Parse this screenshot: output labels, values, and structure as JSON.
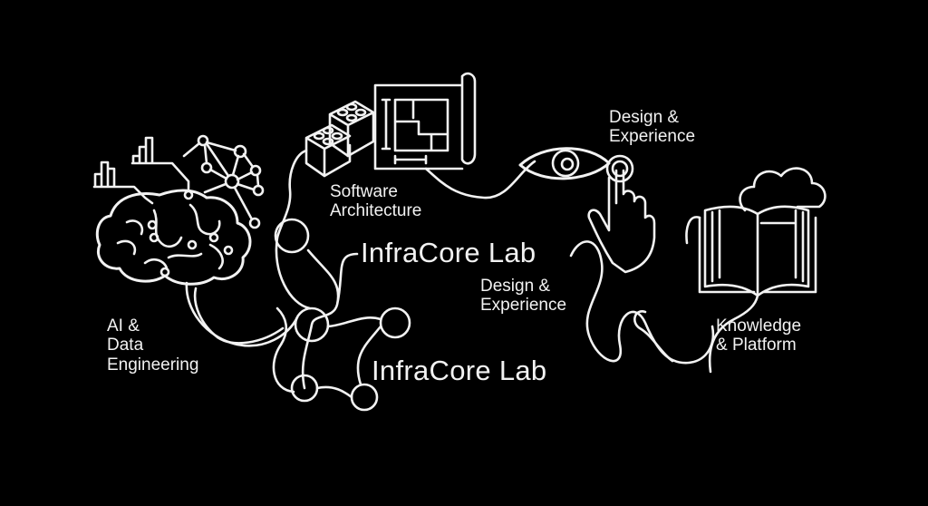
{
  "colors": {
    "background": "#000000",
    "line": "#f2f2f2",
    "text": "#f2f2f2"
  },
  "diagram": {
    "title_primary": "InfraCore Lab",
    "title_secondary": "InfraCore Lab",
    "nodes": [
      {
        "id": "ai",
        "lines": [
          "AI &",
          "Data",
          "Engineering"
        ],
        "icon": "brain-circuit-icon"
      },
      {
        "id": "software",
        "lines": [
          "Software",
          "Architecture"
        ],
        "icon": "blocks-blueprint-icon"
      },
      {
        "id": "design_top",
        "lines": [
          "Design &",
          "Experience"
        ],
        "icon": "eye-pointer-icon"
      },
      {
        "id": "design_mid",
        "lines": [
          "Design &",
          "Experience"
        ]
      },
      {
        "id": "knowledge",
        "lines": [
          "Knowledge",
          "& Platform"
        ],
        "icon": "book-cloud-icon"
      }
    ],
    "icons": [
      "bar-chart-icon",
      "network-graph-icon",
      "brain-icon",
      "lego-blocks-icon",
      "blueprint-scroll-icon",
      "eye-icon",
      "hand-pointer-icon",
      "open-book-icon",
      "cloud-icon",
      "molecule-loop-icon"
    ]
  }
}
